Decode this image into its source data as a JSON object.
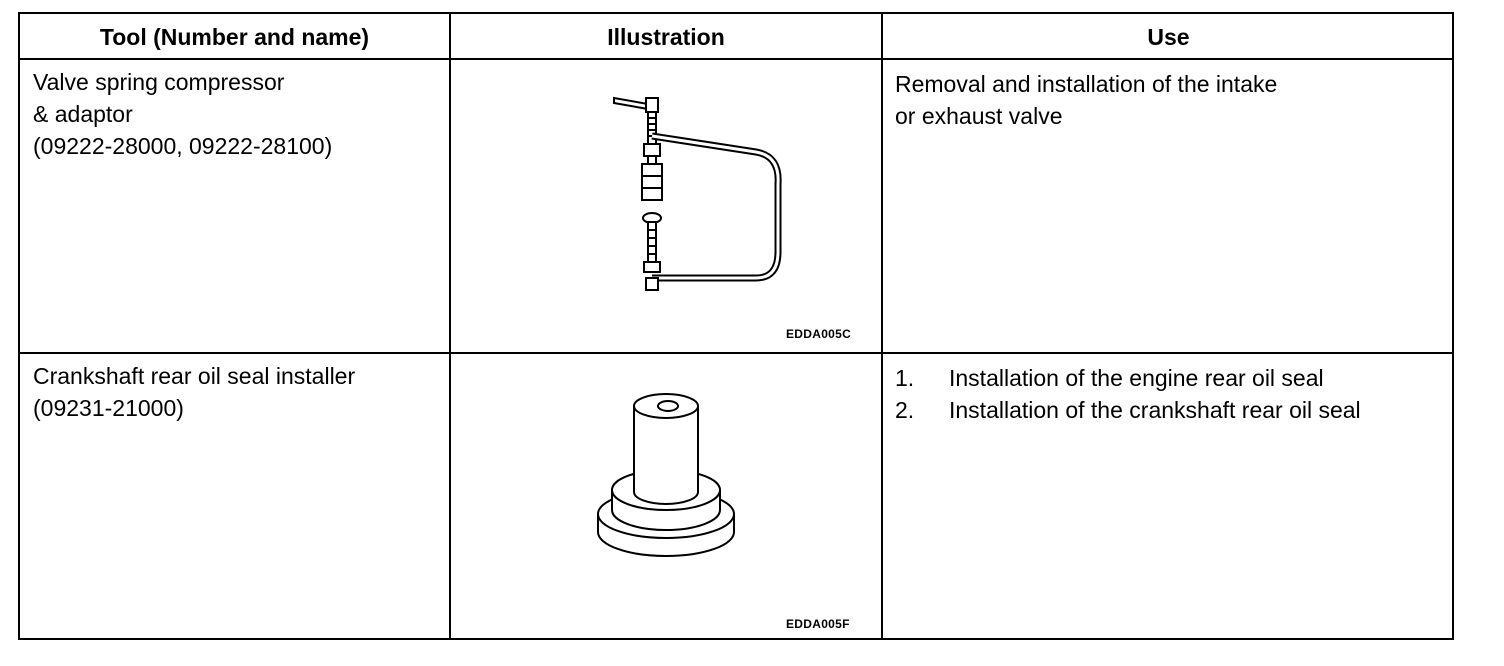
{
  "headers": {
    "tool": "Tool (Number and name)",
    "illustration": "Illustration",
    "use": "Use"
  },
  "rows": [
    {
      "tool_lines": [
        "Valve spring compressor",
        "& adaptor",
        "(09222-28000, 09222-28100)"
      ],
      "illustration_code": "EDDA005C",
      "illustration_icon": "valve-spring-compressor-icon",
      "use_lines": [
        "Removal and installation of the intake",
        "or exhaust valve"
      ]
    },
    {
      "tool_lines": [
        "Crankshaft rear oil seal installer",
        "(09231-21000)"
      ],
      "illustration_code": "EDDA005F",
      "illustration_icon": "oil-seal-installer-icon",
      "use_items": [
        {
          "num": "1.",
          "text": "Installation of the engine rear oil seal"
        },
        {
          "num": "2.",
          "text": "Installation of the crankshaft rear oil seal"
        }
      ]
    }
  ]
}
